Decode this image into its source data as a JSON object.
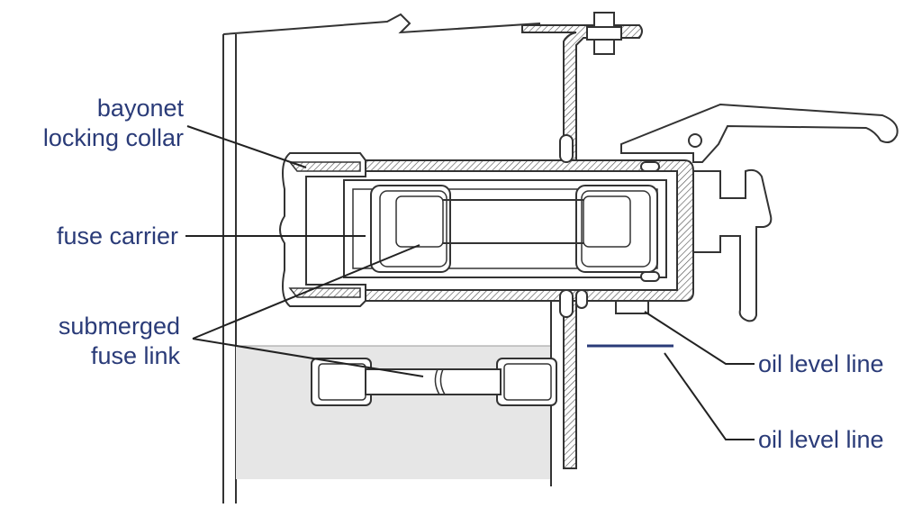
{
  "colors": {
    "label": "#2a3b78",
    "line": "#333333",
    "oil_fill": "#e6e6e6",
    "hatch": "#555555",
    "oil_marker": "#2a3b78"
  },
  "labels": {
    "bayonet_line1": "bayonet",
    "bayonet_line2": "locking collar",
    "fuse_carrier": "fuse carrier",
    "submerged_line1": "submerged",
    "submerged_line2": "fuse link",
    "oil_level_1": "oil level line",
    "oil_level_2": "oil level line"
  }
}
